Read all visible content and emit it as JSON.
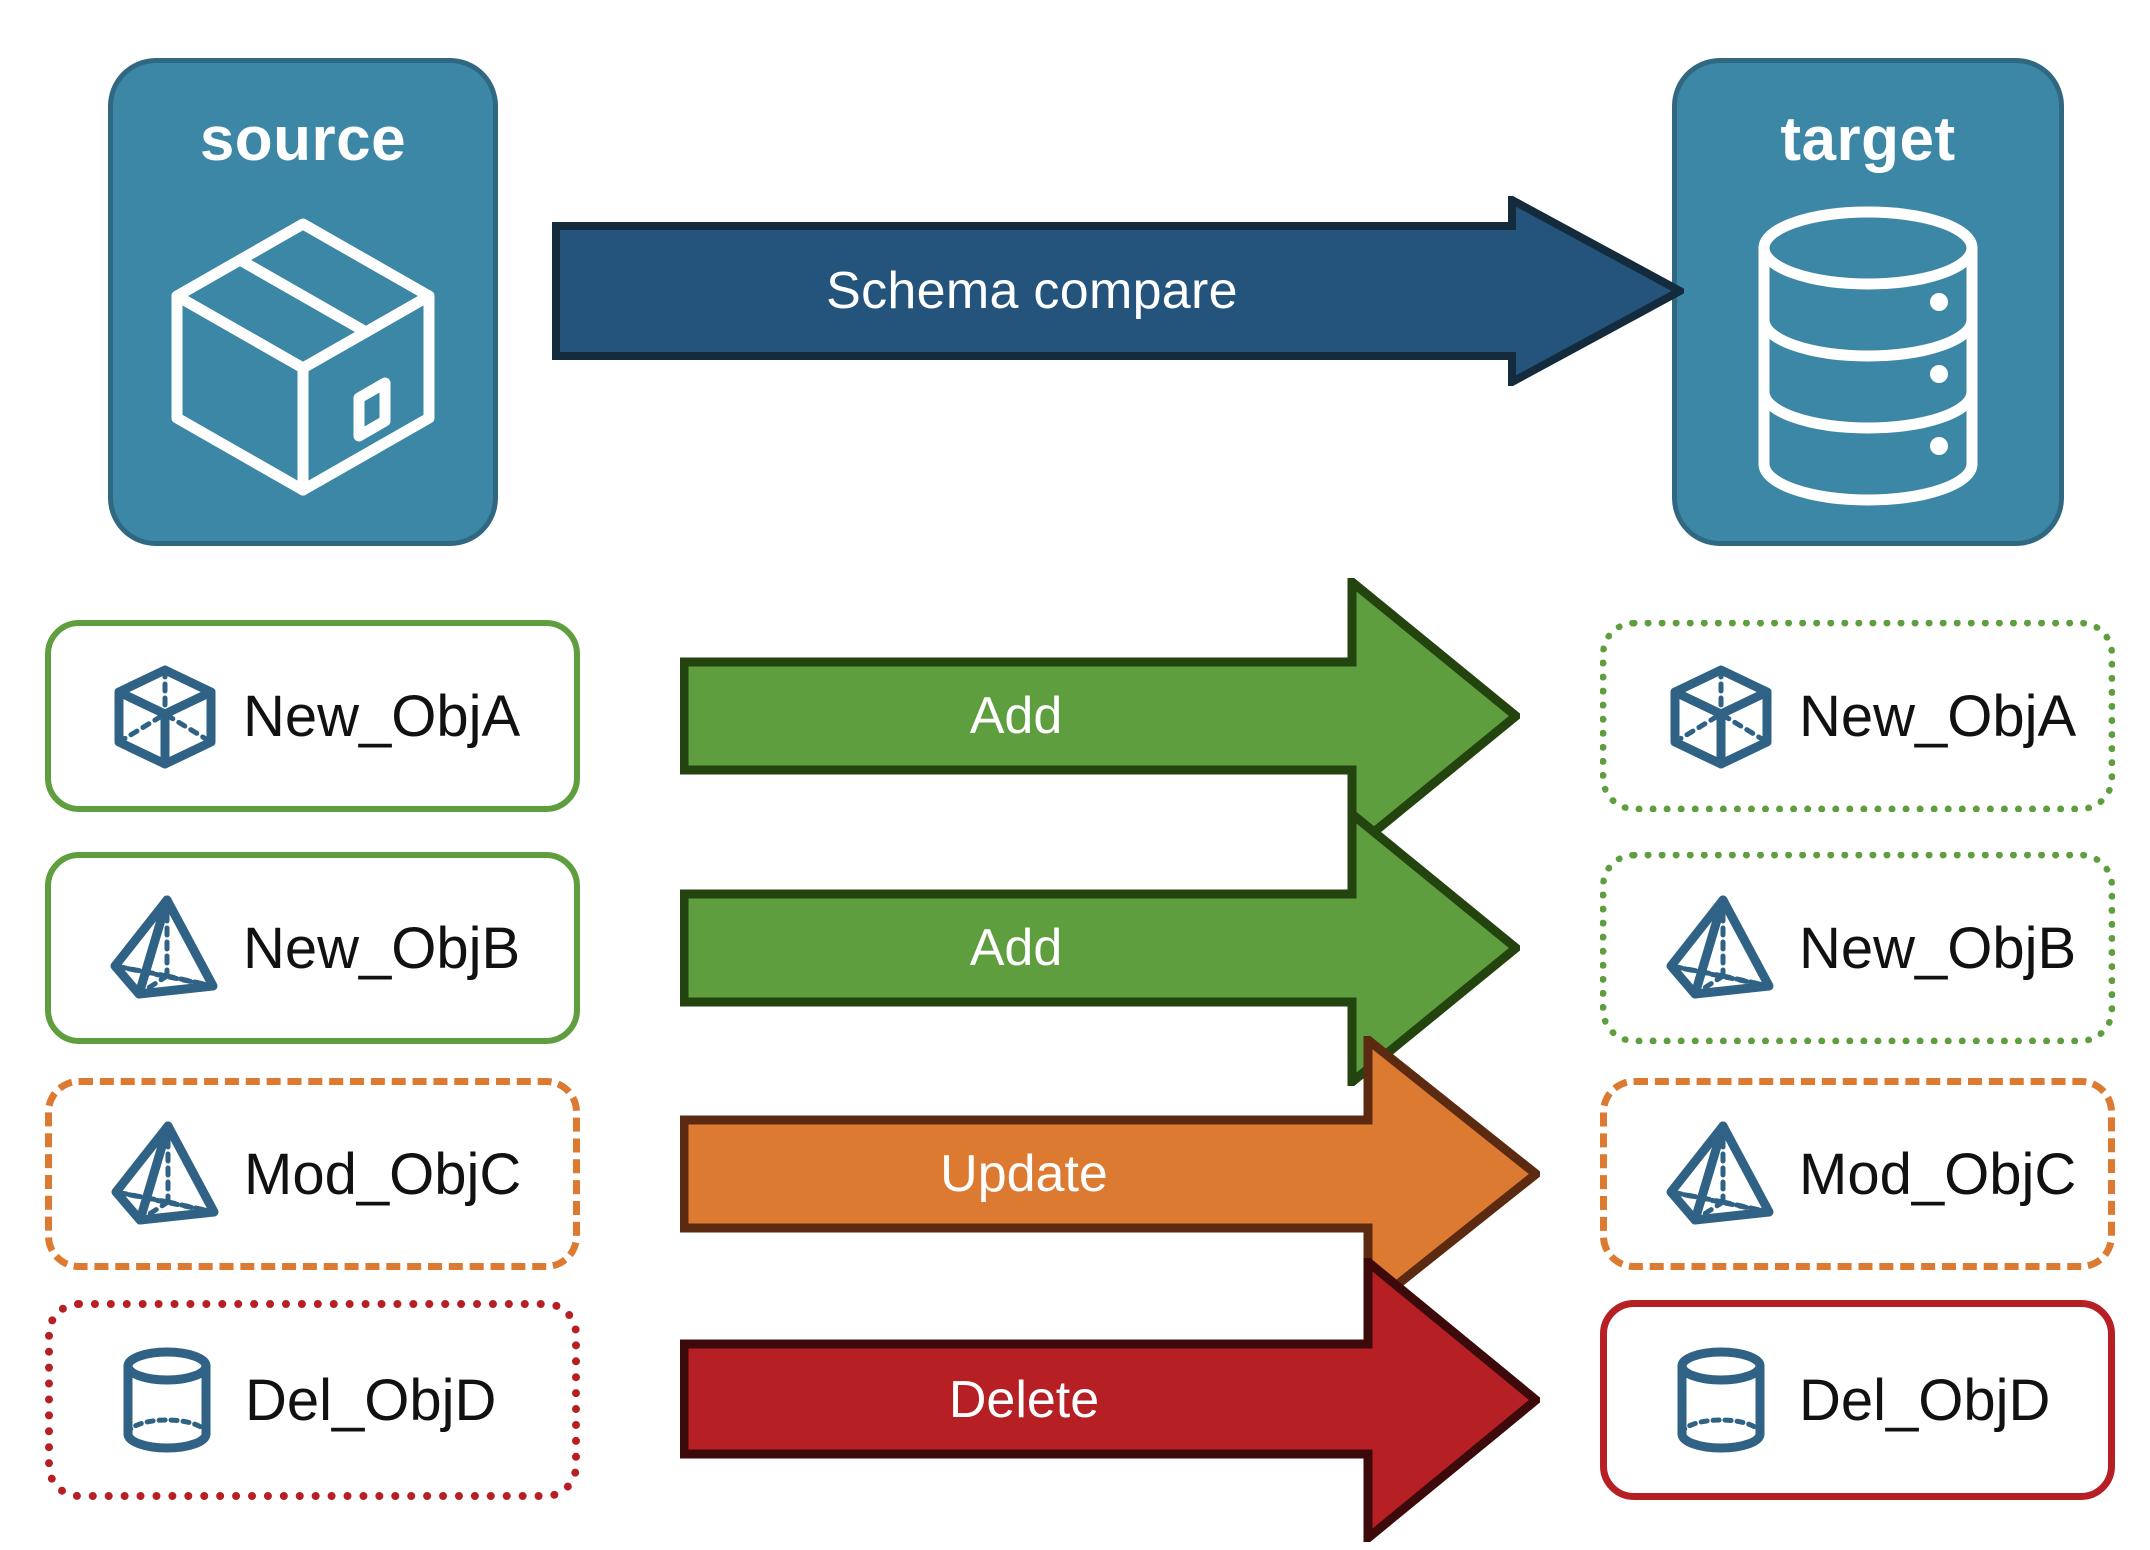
{
  "diagram": {
    "title": "Schema compare source to target",
    "source_panel": {
      "caption": "source",
      "icon": "package-box-icon",
      "fill": "#3D87A6",
      "border": "#2F6880"
    },
    "target_panel": {
      "caption": "target",
      "icon": "database-cylinder-icon",
      "fill": "#3D87A6",
      "border": "#2F6880"
    },
    "compare_arrow": {
      "label": "Schema compare",
      "fill": "#24547B",
      "border": "#132B3D"
    },
    "rows": [
      {
        "source": {
          "name": "New_ObjA",
          "icon": "wireframe-cube-icon",
          "border_color": "#5E9E3E",
          "border_style": "solid"
        },
        "action": {
          "label": "Add",
          "fill": "#5E9E3E",
          "border": "#23430F"
        },
        "target": {
          "name": "New_ObjA",
          "icon": "wireframe-cube-icon",
          "border_color": "#5E9E3E",
          "border_style": "dotted"
        }
      },
      {
        "source": {
          "name": "New_ObjB",
          "icon": "wireframe-pyramid-icon",
          "border_color": "#5E9E3E",
          "border_style": "solid"
        },
        "action": {
          "label": "Add",
          "fill": "#5E9E3E",
          "border": "#23430F"
        },
        "target": {
          "name": "New_ObjB",
          "icon": "wireframe-pyramid-icon",
          "border_color": "#5E9E3E",
          "border_style": "dotted"
        }
      },
      {
        "source": {
          "name": "Mod_ObjC",
          "icon": "wireframe-pyramid-icon",
          "border_color": "#DD7A32",
          "border_style": "dashed"
        },
        "action": {
          "label": "Update",
          "fill": "#DD7A32",
          "border": "#5B2A10"
        },
        "target": {
          "name": "Mod_ObjC",
          "icon": "wireframe-pyramid-icon",
          "border_color": "#DD7A32",
          "border_style": "dashed"
        }
      },
      {
        "source": {
          "name": "Del_ObjD",
          "icon": "wireframe-cylinder-icon",
          "border_color": "#B62025",
          "border_style": "dotted"
        },
        "action": {
          "label": "Delete",
          "fill": "#B62025",
          "border": "#3D0A0C"
        },
        "target": {
          "name": "Del_ObjD",
          "icon": "wireframe-cylinder-icon",
          "border_color": "#B62025",
          "border_style": "solid"
        }
      }
    ],
    "palette": {
      "panel_teal": "#3D87A6",
      "panel_teal_dark": "#2F6880",
      "navy": "#24547B",
      "green": "#5E9E3E",
      "orange": "#DD7A32",
      "red": "#B62025",
      "icon_blue": "#2F6285"
    }
  }
}
